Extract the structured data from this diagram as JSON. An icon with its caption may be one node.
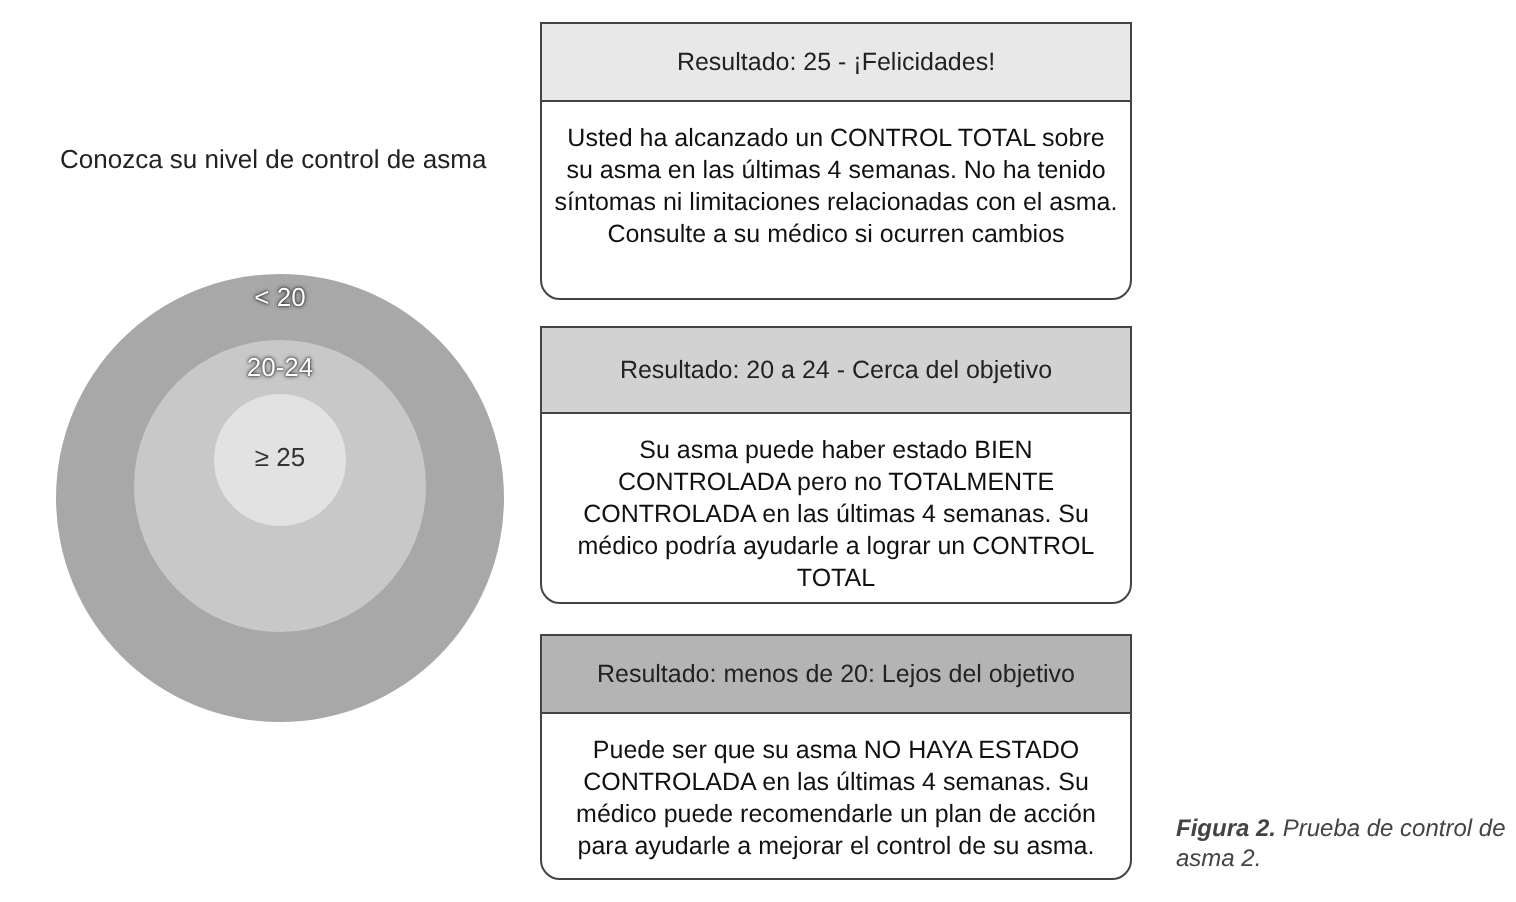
{
  "diagram": {
    "caption": "**Figura 2.** Prueba de control de asma 2.",
    "nodes": [
      {
        "text": [
          "< 20"
        ]
      },
      {
        "text": [
          "20-24"
        ],
        "in": 0
      },
      {
        "text": [
          "≥ 25"
        ],
        "in": 1
      },
      {
        "text": [
          "Resultado: 25 - ¡Felicidades!",
          "Usted ha alcanzado un CONTROL TOTAL sobre su asma en las últimas 4 semanas. No ha tenido síntomas ni limitaciones relacionadas con el asma. Consulte a su médico si ocurren cambios"
        ]
      },
      {
        "text": [
          "Resultado: 20 a 24 - Cerca del objetivo",
          "Su asma puede haber estado BIEN CONTROLADA pero no TOTALMENTE CONTROLADA en las últimas 4 semanas. Su médico podría ayudarle a lograr un CONTROL TOTAL"
        ]
      },
      {
        "text": [
          "Resultado: menos de 20: Lejos del objetivo",
          "Puede ser que su asma NO HAYA ESTADO CONTROLADA en las últimas 4 semanas. Su médico puede recomendarle un plan de acción para ayudarle a mejorar el control de su asma."
        ]
      }
    ],
    "edges": [],
    "labels": [
      "Conozca su nivel de control de asma"
    ]
  }
}
